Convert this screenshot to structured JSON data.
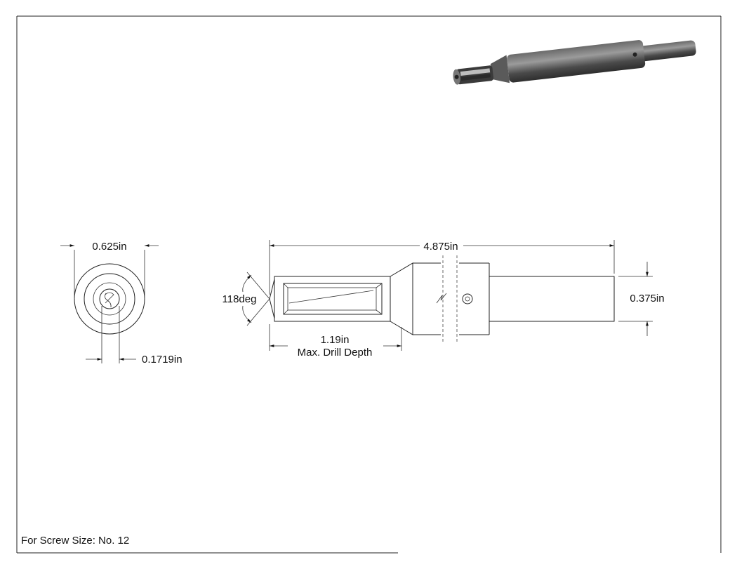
{
  "drawing": {
    "dimensions": {
      "outer_diameter": "0.625in",
      "inner_diameter": "0.1719in",
      "overall_length": "4.875in",
      "point_angle": "118deg",
      "shank_diameter": "0.375in",
      "drill_depth_value": "1.19in",
      "drill_depth_label": "Max. Drill Depth"
    },
    "note": "For Screw Size: No. 12"
  },
  "colors": {
    "line": "#222222",
    "render_body": "#555555",
    "render_highlight": "#9a9a9a"
  }
}
